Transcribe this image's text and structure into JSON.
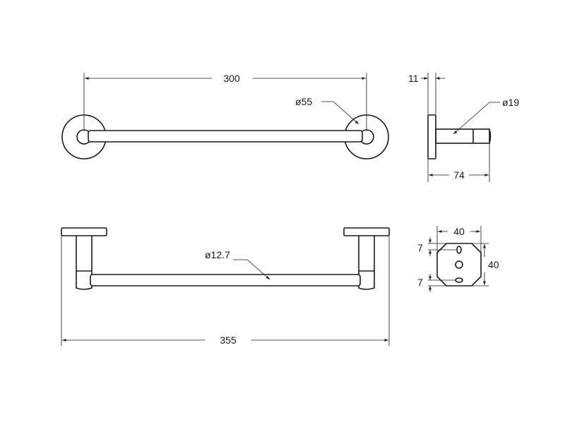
{
  "dimensions": {
    "front_center_distance": "300",
    "flange_diameter": "ø55",
    "wall_plate_thickness": "11",
    "post_diameter": "ø19",
    "projection": "74",
    "bar_diameter": "ø12.7",
    "overall_length": "355",
    "plate_width": "40",
    "plate_height": "40",
    "hole_offset_top": "7",
    "hole_offset_bottom": "7"
  }
}
